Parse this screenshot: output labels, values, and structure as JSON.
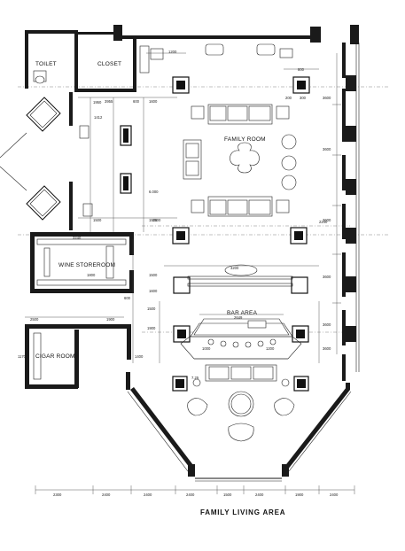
{
  "drawing": {
    "title": "FAMILY LIVING AREA",
    "rooms": {
      "toilet": "TOILET",
      "closet": "CLOSET",
      "family_room": "FAMILY ROOM",
      "wine_storeroom": "WINE STOREROOM",
      "bar_area": "BAR AREA",
      "cigar_room": "CIGAR ROOM"
    },
    "bottom_dimensions": [
      "2300",
      "2400",
      "2400",
      "2400",
      "1500",
      "2400",
      "1900",
      "2400"
    ],
    "right_dimensions": [
      "3600",
      "3600",
      "3600",
      "3600",
      "3600",
      "3600"
    ],
    "left_dimensions": [
      "1412",
      "1950",
      "1500",
      "1500",
      "2500",
      "1800",
      "1170",
      "1400",
      "1900"
    ],
    "inner_dimensions": [
      "800",
      "200",
      "300",
      "600",
      "3955",
      "1600",
      "1500",
      "3200",
      "2240",
      "2649",
      "1000",
      "1500",
      "1600",
      "1200",
      "600",
      "6.000",
      "7.25",
      "3240",
      "1200",
      "1900",
      "1500"
    ]
  }
}
